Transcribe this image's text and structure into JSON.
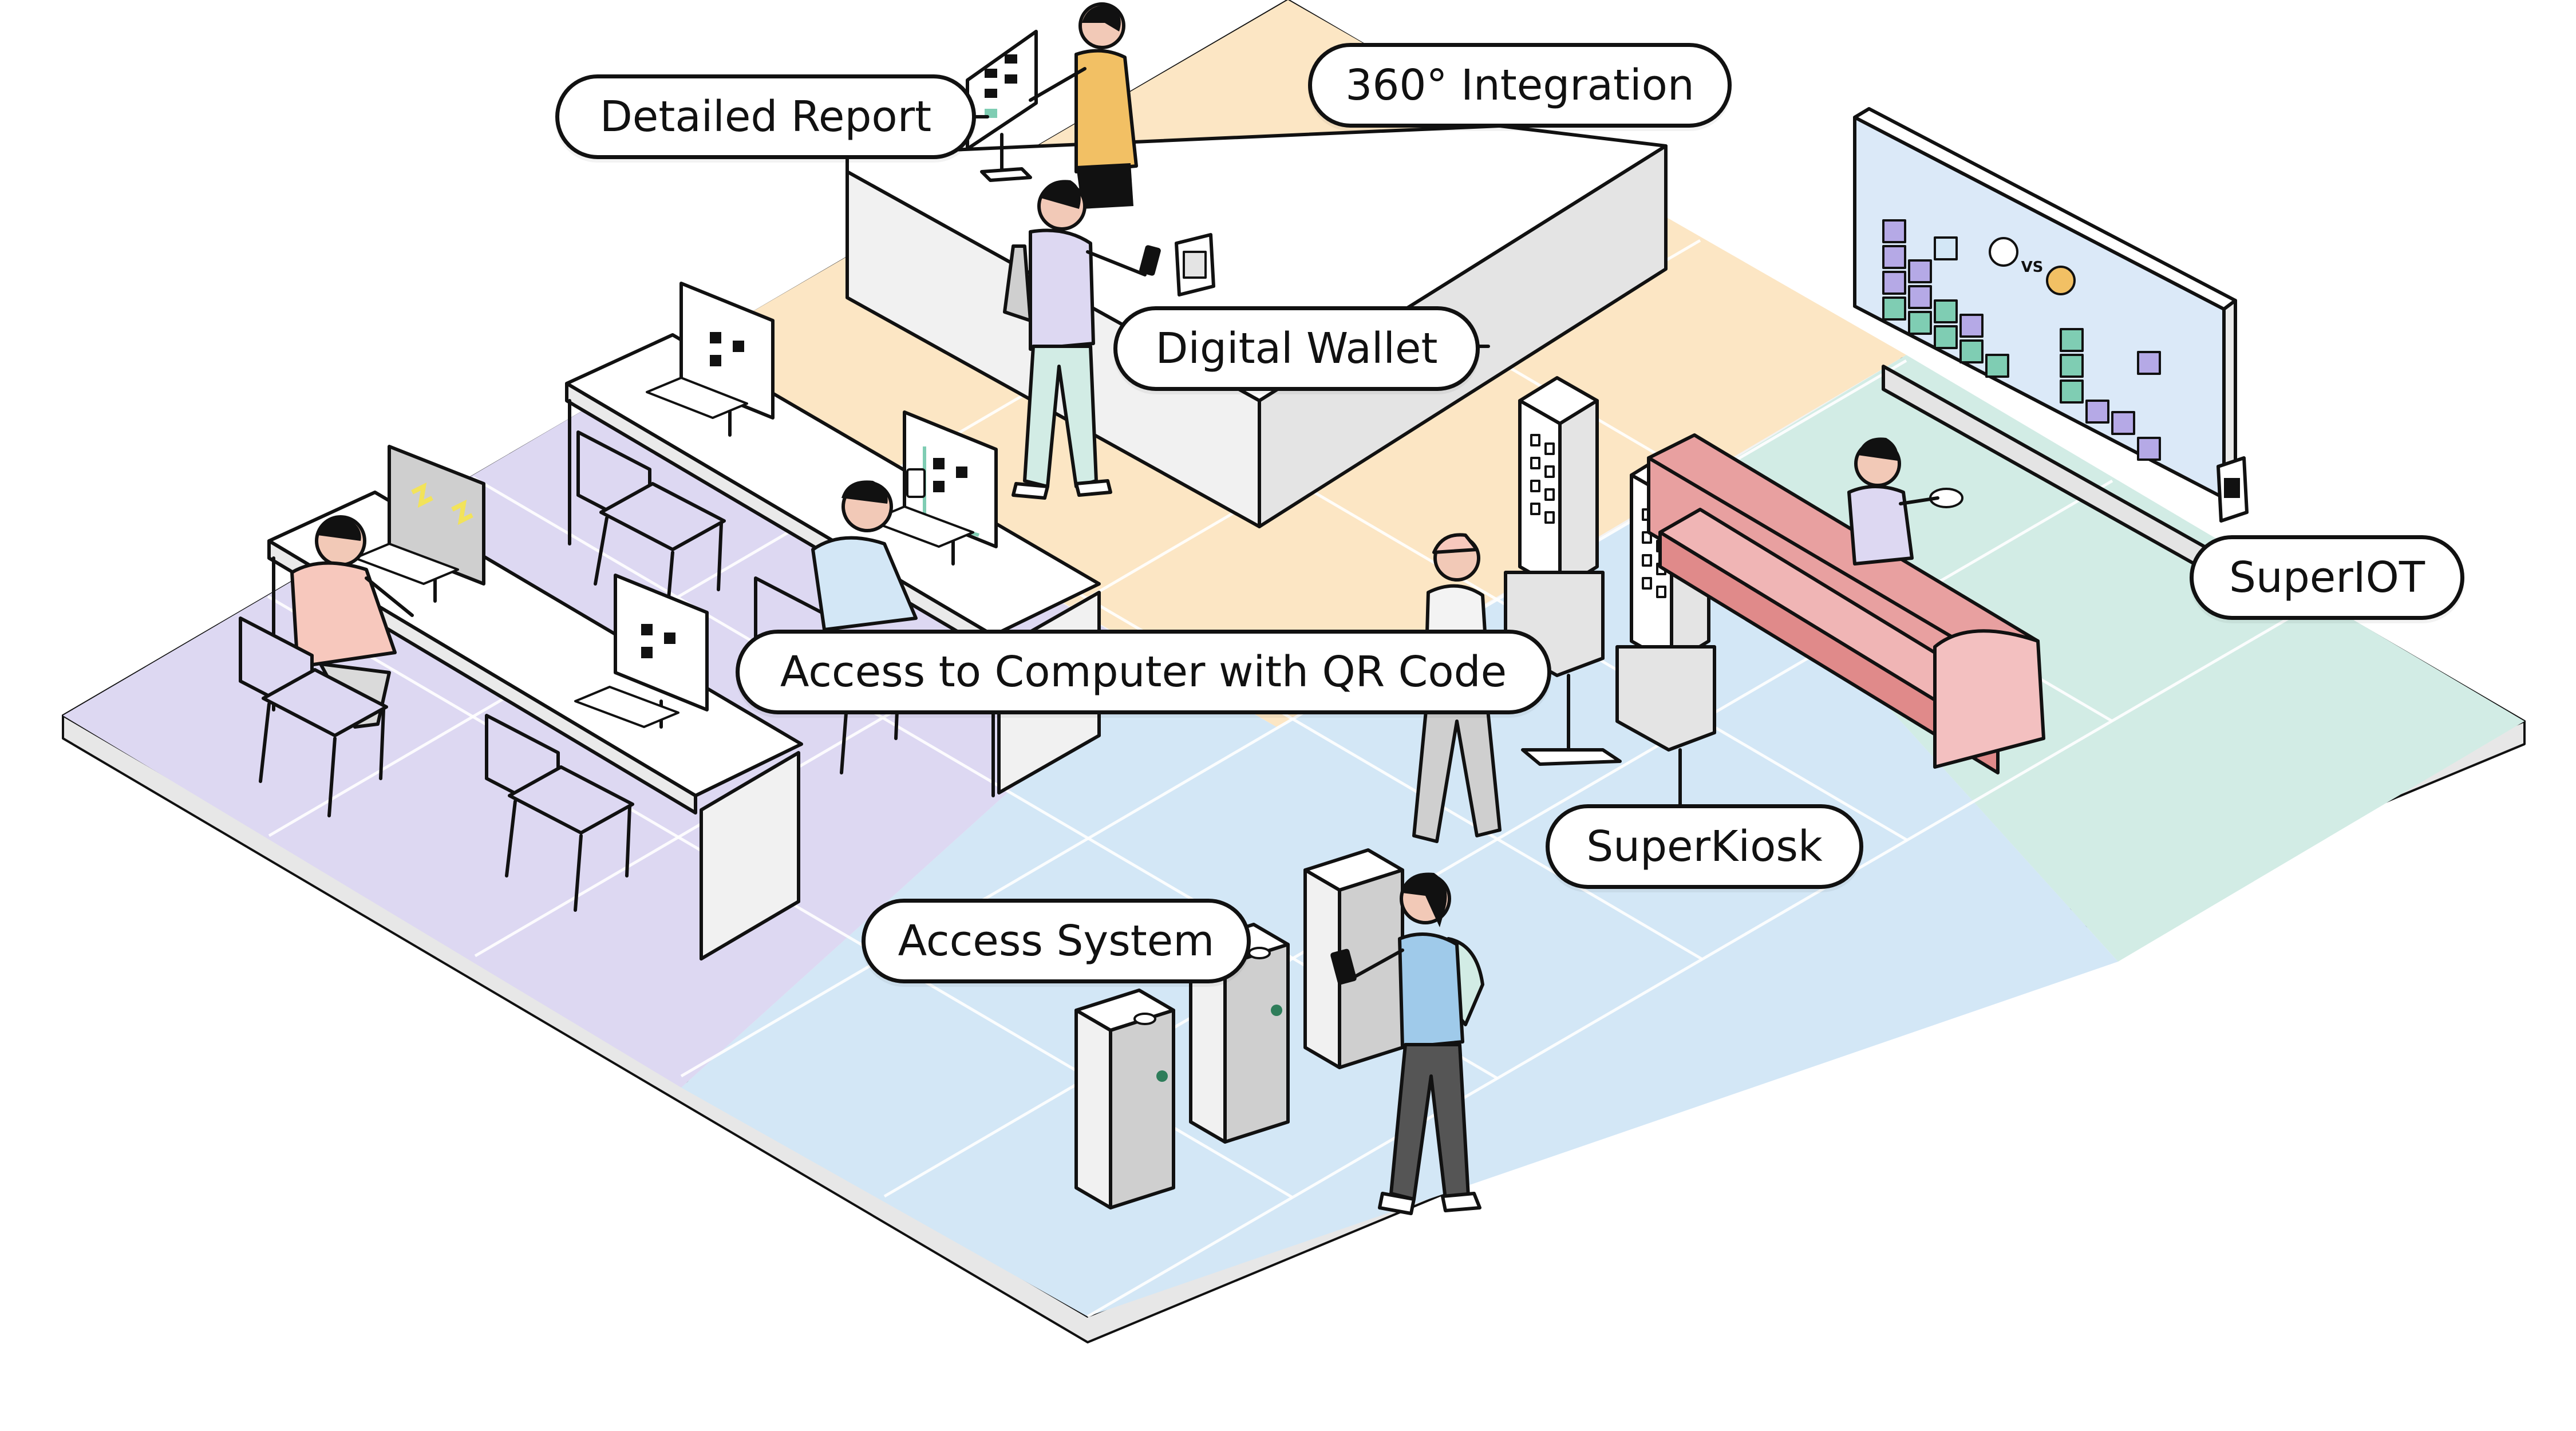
{
  "colors": {
    "zone_purple": "#ddd8f2",
    "zone_orange": "#fce6c4",
    "zone_blue": "#d3e7f6",
    "zone_teal": "#d2ece5",
    "zone_gray": "#f3f3f3",
    "outline": "#111111",
    "sofa": "#e8a0a0",
    "screen": "#dbe9f8",
    "tile_purple": "#b5a9e6",
    "tile_teal": "#7fcdb3",
    "skin": "#f2c9b7",
    "shirt_orange": "#f2c064",
    "shirt_blue": "#9fcaea",
    "shirt_pink": "#f7c8bd"
  },
  "callouts": {
    "detailed_report": "Detailed Report",
    "integration": "360° Integration",
    "digital_wallet": "Digital Wallet",
    "qr_access": "Access to Computer with QR Code",
    "super_kiosk": "SuperKiosk",
    "access_system": "Access System",
    "super_iot": "SuperIOT"
  },
  "screen": {
    "versus": "VS"
  }
}
